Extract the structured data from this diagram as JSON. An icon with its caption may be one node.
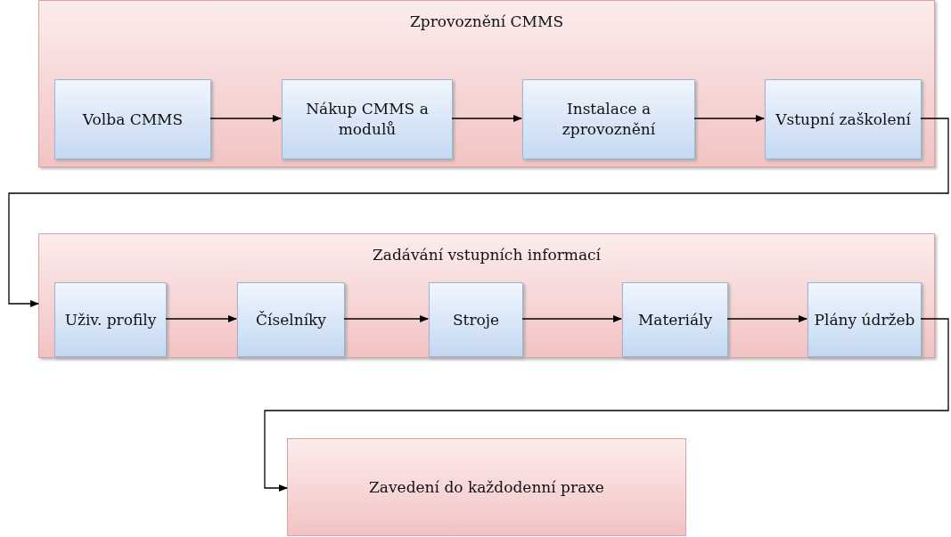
{
  "diagram": {
    "nodes": [
      {
        "text": [
          "Zprovoznění CMMS"
        ]
      },
      {
        "text": [
          "Volba CMMS"
        ],
        "in": 0
      },
      {
        "text": [
          "Nákup CMMS a modulů"
        ],
        "in": 0
      },
      {
        "text": [
          "Instalace a zprovoznění"
        ],
        "in": 0
      },
      {
        "text": [
          "Vstupní zaškolení"
        ],
        "in": 0
      },
      {
        "text": [
          "Zadávání vstupních informací"
        ]
      },
      {
        "text": [
          "Uživ. profily"
        ],
        "in": 5
      },
      {
        "text": [
          "Číselníky"
        ],
        "in": 5
      },
      {
        "text": [
          "Stroje"
        ],
        "in": 5
      },
      {
        "text": [
          "Materiály"
        ],
        "in": 5
      },
      {
        "text": [
          "Plány údržeb"
        ],
        "in": 5
      },
      {
        "text": [
          "Zavedení do každodenní praxe"
        ]
      }
    ],
    "edges": [
      {
        "from": 1,
        "to": 2,
        "arrow": "to"
      },
      {
        "from": 2,
        "to": 3,
        "arrow": "to"
      },
      {
        "from": 3,
        "to": 4,
        "arrow": "to"
      },
      {
        "from": 4,
        "to": 5,
        "arrow": "to"
      },
      {
        "from": 6,
        "to": 7,
        "arrow": "to"
      },
      {
        "from": 7,
        "to": 8,
        "arrow": "to"
      },
      {
        "from": 8,
        "to": 9,
        "arrow": "to"
      },
      {
        "from": 9,
        "to": 10,
        "arrow": "to"
      },
      {
        "from": 10,
        "to": 11,
        "arrow": "to"
      }
    ]
  }
}
